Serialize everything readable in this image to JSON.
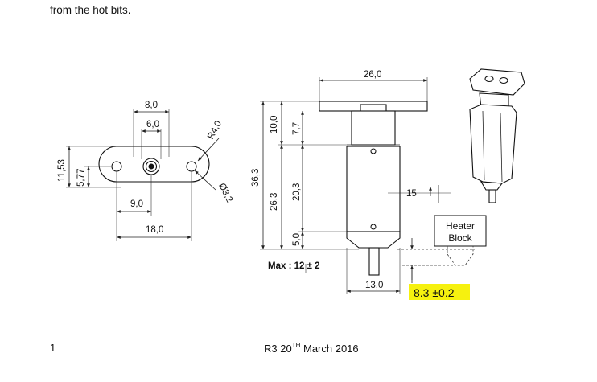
{
  "document": {
    "intro_text": "from the hot bits.",
    "page_number": "1",
    "footer": {
      "prefix": "R3 20",
      "superscript": "TH",
      "suffix": " March 2016"
    }
  },
  "drawing": {
    "top_view": {
      "dim_8": "8,0",
      "dim_6": "6,0",
      "dim_r4": "R4,0",
      "dim_d3": "Ø3,2",
      "dim_11": "11,53",
      "dim_5": "5,77",
      "dim_9": "9,0",
      "dim_18": "18,0"
    },
    "side_view": {
      "dim_26": "26,0",
      "dim_36": "36,3",
      "dim_10": "10,0",
      "dim_7": "7,7",
      "dim_26_3": "26,3",
      "dim_20": "20,3",
      "dim_5": "5,0",
      "dim_13": "13,0",
      "dim_15": "15",
      "max_label": "Max : 12 ± 2",
      "heater_label_1": "Heater",
      "heater_label_2": "Block",
      "highlight_value": "8.3 ±0.2",
      "highlight_color": "#f6f10f"
    }
  }
}
